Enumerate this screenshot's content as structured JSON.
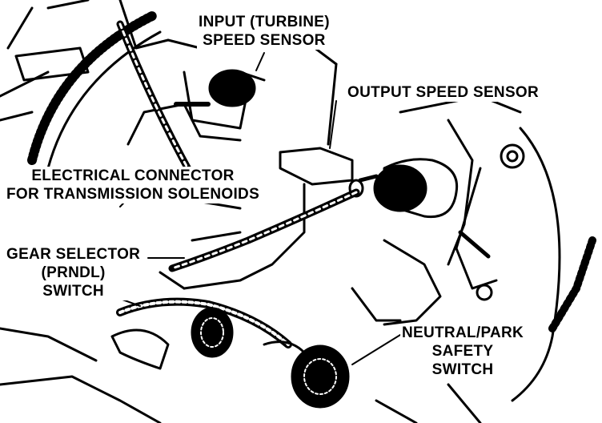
{
  "labels": {
    "input_speed_sensor": [
      "INPUT (TURBINE)",
      "SPEED SENSOR"
    ],
    "output_speed_sensor": [
      "OUTPUT SPEED SENSOR"
    ],
    "electrical_connector": [
      "ELECTRICAL CONNECTOR",
      "FOR TRANSMISSION SOLENOIDS"
    ],
    "gear_selector_switch": [
      "GEAR SELECTOR",
      "(PRNDL)",
      "SWITCH"
    ],
    "neutral_park_switch": [
      "NEUTRAL/PARK",
      "SAFETY",
      "SWITCH"
    ]
  },
  "colors": {
    "ink": "#000000",
    "paper": "#ffffff"
  }
}
